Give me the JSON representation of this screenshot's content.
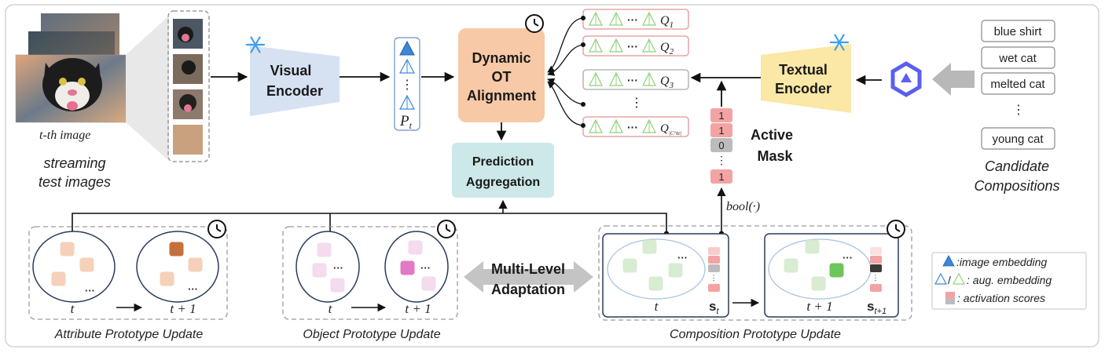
{
  "stream": {
    "image_caption_t": "t",
    "image_caption_suffix": "-th image",
    "label_line1": "streaming",
    "label_line2": "test images"
  },
  "visual_encoder": {
    "line1": "Visual",
    "line2": "Encoder"
  },
  "prompts": {
    "ellipsis": "⋮",
    "symbol": "P",
    "subscript": "t"
  },
  "ot": {
    "line1": "Dynamic",
    "line2": "OT",
    "line3": "Alignment"
  },
  "prediction": {
    "line1": "Prediction",
    "line2": "Aggregation"
  },
  "queries": [
    {
      "symbol": "Q",
      "sub": "1"
    },
    {
      "symbol": "Q",
      "sub": "2"
    },
    {
      "symbol": "Q",
      "sub": "3"
    },
    {
      "symbol": "Q",
      "sub": "|C^te|"
    }
  ],
  "query_row_ellipsis": "···",
  "query_vertical_ellipsis": "⋮",
  "mask": {
    "values": [
      "1",
      "1",
      "0",
      "⋮",
      "1"
    ],
    "line1": "Active",
    "line2": "Mask",
    "bool": "bool(·)"
  },
  "textual_encoder": {
    "line1": "Textual",
    "line2": "Encoder"
  },
  "candidates": {
    "items": [
      "blue shirt",
      "wet cat",
      "melted cat",
      "young cat"
    ],
    "ellipsis": "⋮",
    "label_line1": "Candidate",
    "label_line2": "Compositions"
  },
  "adaptation": {
    "line1": "Multi-Level",
    "line2": "Adaptation"
  },
  "attribute_update": {
    "t_label": "t",
    "t1_label": "t + 1",
    "caption": "Attribute Prototype Update",
    "ellipsis": "···"
  },
  "object_update": {
    "t_label": "t",
    "t1_label": "t + 1",
    "caption": "Object Prototype Update",
    "ellipsis": "···"
  },
  "composition_update": {
    "t_label": "t",
    "t1_label": "t + 1",
    "s_t": "s",
    "s_t_sub": "t",
    "s_t1": "s",
    "s_t1_sub": "t+1",
    "caption": "Composition Prototype Update",
    "ellipsis": "···"
  },
  "legend": {
    "image_embedding": ":image embedding",
    "aug_embedding": ": aug. embedding",
    "slash": "/",
    "activation": ": activation scores"
  },
  "colors": {
    "visual_encoder": "#d6e2f2",
    "textual_encoder": "#fbe7a6",
    "ot_box": "#f7c9a6",
    "prediction_box": "#cde8e8",
    "attribute": "#f6ccb2",
    "attribute_active": "#c56f3b",
    "object": "#f3d8ec",
    "object_active": "#e27ac3",
    "composition": "#d3ebcd",
    "composition_active": "#6ec55a",
    "mask_red": "#f3a3a3",
    "mask_gray": "#bcbcbc",
    "blue_triangle": "#3a87d8"
  }
}
